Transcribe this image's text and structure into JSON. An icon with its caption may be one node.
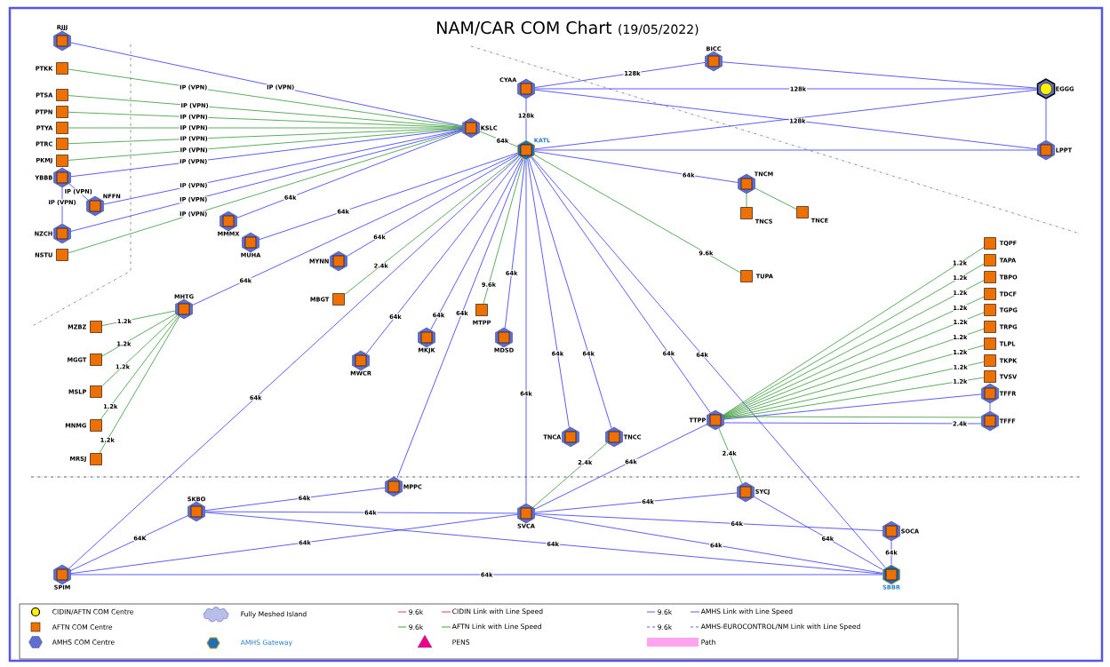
{
  "diagram": {
    "title": "NAM/CAR COM Chart",
    "nodes": [
      {
        "text": [
          "RJJJ"
        ]
      },
      {
        "text": [
          "PTKK"
        ]
      },
      {
        "text": [
          "PTSA"
        ]
      },
      {
        "text": [
          "PTPN"
        ]
      },
      {
        "text": [
          "PTYA"
        ]
      },
      {
        "text": [
          "PTRC"
        ]
      },
      {
        "text": [
          "PKMJ"
        ]
      },
      {
        "text": [
          "YBBB"
        ]
      },
      {
        "text": [
          "NFFN"
        ]
      },
      {
        "text": [
          "NZCH"
        ]
      },
      {
        "text": [
          "NSTU"
        ]
      },
      {
        "text": [
          "KSLC"
        ]
      },
      {
        "text": [
          "CYAA"
        ]
      },
      {
        "text": [
          "BICC"
        ]
      },
      {
        "text": [
          "EGGG"
        ]
      },
      {
        "text": [
          "KATL"
        ]
      },
      {
        "text": [
          "LPPT"
        ]
      },
      {
        "text": [
          "TNCM"
        ]
      },
      {
        "text": [
          "TNCS"
        ]
      },
      {
        "text": [
          "TNCE"
        ]
      },
      {
        "text": [
          "MMMX"
        ]
      },
      {
        "text": [
          "MUHA"
        ]
      },
      {
        "text": [
          "MYNN"
        ]
      },
      {
        "text": [
          "MBGT"
        ]
      },
      {
        "text": [
          "TUPA"
        ]
      },
      {
        "text": [
          "MHTG"
        ]
      },
      {
        "text": [
          "MZBZ"
        ]
      },
      {
        "text": [
          "MGGT"
        ]
      },
      {
        "text": [
          "MSLP"
        ]
      },
      {
        "text": [
          "MNMG"
        ]
      },
      {
        "text": [
          "MRSJ"
        ]
      },
      {
        "text": [
          "MTPP"
        ]
      },
      {
        "text": [
          "MKJK"
        ]
      },
      {
        "text": [
          "MDSD"
        ]
      },
      {
        "text": [
          "MWCR"
        ]
      },
      {
        "text": [
          "TQPF"
        ]
      },
      {
        "text": [
          "TAPA"
        ]
      },
      {
        "text": [
          "TBPO"
        ]
      },
      {
        "text": [
          "TDCF"
        ]
      },
      {
        "text": [
          "TGPG"
        ]
      },
      {
        "text": [
          "TRPG"
        ]
      },
      {
        "text": [
          "TLPL"
        ]
      },
      {
        "text": [
          "TKPK"
        ]
      },
      {
        "text": [
          "TVSV"
        ]
      },
      {
        "text": [
          "TFFR"
        ]
      },
      {
        "text": [
          "TTPP"
        ]
      },
      {
        "text": [
          "TFFF"
        ]
      },
      {
        "text": [
          "TNCA"
        ]
      },
      {
        "text": [
          "TNCC"
        ]
      },
      {
        "text": [
          "MPPC"
        ]
      },
      {
        "text": [
          "SYCJ"
        ]
      },
      {
        "text": [
          "SKBO"
        ]
      },
      {
        "text": [
          "SVCA"
        ]
      },
      {
        "text": [
          "SOCA"
        ]
      },
      {
        "text": [
          "SPIM"
        ]
      },
      {
        "text": [
          "SBBR"
        ]
      }
    ],
    "edges": [
      {
        "from": 0,
        "to": 11,
        "arrow": "none",
        "label": "IP (VPN)"
      },
      {
        "from": 1,
        "to": 11,
        "arrow": "none",
        "label": "IP (VPN)",
        "color": "#339933"
      },
      {
        "from": 2,
        "to": 11,
        "arrow": "none",
        "label": "IP (VPN)",
        "color": "#339933"
      },
      {
        "from": 3,
        "to": 11,
        "arrow": "none",
        "label": "IP (VPN)",
        "color": "#339933"
      },
      {
        "from": 4,
        "to": 11,
        "arrow": "none",
        "label": "IP (VPN)",
        "color": "#339933"
      },
      {
        "from": 5,
        "to": 11,
        "arrow": "none",
        "label": "IP (VPN)",
        "color": "#339933"
      },
      {
        "from": 6,
        "to": 11,
        "arrow": "none",
        "label": "IP (VPN)",
        "color": "#339933"
      },
      {
        "from": 7,
        "to": 11,
        "arrow": "none",
        "label": "IP (VPN)"
      },
      {
        "from": 7,
        "to": 9,
        "arrow": "none",
        "label": "IP (VPN)"
      },
      {
        "from": 7,
        "to": 8,
        "arrow": "none",
        "label": "IP (VPN)"
      },
      {
        "from": 8,
        "to": 11,
        "arrow": "none",
        "label": "IP (VPN)"
      },
      {
        "from": 9,
        "to": 11,
        "arrow": "none",
        "label": "IP (VPN)"
      },
      {
        "from": 10,
        "to": 11,
        "arrow": "none",
        "label": "IP (VPN)",
        "color": "#339933"
      },
      {
        "from": 20,
        "to": 11,
        "arrow": "none",
        "label": "64k"
      },
      {
        "from": 11,
        "to": 15,
        "arrow": "none",
        "label": "64k",
        "color": "#339933"
      },
      {
        "from": 12,
        "to": 15,
        "arrow": "none",
        "label": "128k"
      },
      {
        "from": 12,
        "to": 13,
        "arrow": "none",
        "label": "128k"
      },
      {
        "from": 12,
        "to": 14,
        "arrow": "none",
        "label": "128k"
      },
      {
        "from": 12,
        "to": 16,
        "arrow": "none",
        "label": "128k"
      },
      {
        "from": 13,
        "to": 14,
        "arrow": "none"
      },
      {
        "from": 15,
        "to": 14,
        "arrow": "none"
      },
      {
        "from": 15,
        "to": 16,
        "arrow": "none"
      },
      {
        "from": 14,
        "to": 16,
        "arrow": "none"
      },
      {
        "from": 15,
        "to": 17,
        "arrow": "none",
        "label": "64k"
      },
      {
        "from": 15,
        "to": 24,
        "arrow": "none",
        "label": "9.6k",
        "color": "#339933"
      },
      {
        "from": 15,
        "to": 21,
        "arrow": "none",
        "label": "64k"
      },
      {
        "from": 15,
        "to": 25,
        "arrow": "none",
        "label": "64k"
      },
      {
        "from": 15,
        "to": 22,
        "arrow": "none",
        "label": "64k"
      },
      {
        "from": 15,
        "to": 23,
        "arrow": "none",
        "label": "2.4k",
        "color": "#339933"
      },
      {
        "from": 15,
        "to": 54,
        "arrow": "none",
        "label": "64k"
      },
      {
        "from": 15,
        "to": 34,
        "arrow": "none",
        "label": "64k"
      },
      {
        "from": 15,
        "to": 32,
        "arrow": "none",
        "label": "64k"
      },
      {
        "from": 15,
        "to": 49,
        "arrow": "none",
        "label": "64k"
      },
      {
        "from": 15,
        "to": 31,
        "arrow": "none",
        "label": "9.6k",
        "color": "#339933"
      },
      {
        "from": 15,
        "to": 33,
        "arrow": "none",
        "label": "64k"
      },
      {
        "from": 15,
        "to": 52,
        "arrow": "none",
        "label": "64k"
      },
      {
        "from": 15,
        "to": 47,
        "arrow": "none",
        "label": "64k"
      },
      {
        "from": 15,
        "to": 48,
        "arrow": "none",
        "label": "64k"
      },
      {
        "from": 15,
        "to": 45,
        "arrow": "none",
        "label": "64k"
      },
      {
        "from": 15,
        "to": 55,
        "arrow": "none",
        "label": "64k"
      },
      {
        "from": 17,
        "to": 18,
        "arrow": "none",
        "color": "#339933"
      },
      {
        "from": 17,
        "to": 19,
        "arrow": "none",
        "color": "#339933"
      },
      {
        "from": 25,
        "to": 26,
        "arrow": "none",
        "label": "1.2k",
        "color": "#339933"
      },
      {
        "from": 25,
        "to": 27,
        "arrow": "none",
        "label": "1.2k",
        "color": "#339933"
      },
      {
        "from": 25,
        "to": 28,
        "arrow": "none",
        "label": "1.2k",
        "color": "#339933"
      },
      {
        "from": 25,
        "to": 29,
        "arrow": "none",
        "label": "1.2k",
        "color": "#339933"
      },
      {
        "from": 25,
        "to": 30,
        "arrow": "none",
        "label": "1.2k",
        "color": "#339933"
      },
      {
        "from": 45,
        "to": 35,
        "arrow": "none",
        "label": "1.2k",
        "color": "#339933"
      },
      {
        "from": 45,
        "to": 36,
        "arrow": "none",
        "label": "1.2k",
        "color": "#339933"
      },
      {
        "from": 45,
        "to": 37,
        "arrow": "none",
        "label": "1.2k",
        "color": "#339933"
      },
      {
        "from": 45,
        "to": 38,
        "arrow": "none",
        "label": "1.2k",
        "color": "#339933"
      },
      {
        "from": 45,
        "to": 39,
        "arrow": "none",
        "label": "1.2k",
        "color": "#339933"
      },
      {
        "from": 45,
        "to": 40,
        "arrow": "none",
        "label": "1.2k",
        "color": "#339933"
      },
      {
        "from": 45,
        "to": 41,
        "arrow": "none",
        "label": "1.2k",
        "color": "#339933"
      },
      {
        "from": 45,
        "to": 42,
        "arrow": "none",
        "label": "1.2k",
        "color": "#339933"
      },
      {
        "from": 45,
        "to": 43,
        "arrow": "none",
        "label": "1.2k",
        "color": "#339933"
      },
      {
        "from": 45,
        "to": 44,
        "arrow": "none"
      },
      {
        "from": 45,
        "to": 46,
        "arrow": "none",
        "color": "#339933"
      },
      {
        "from": 45,
        "to": 46,
        "arrow": "none",
        "label": "2.4k"
      },
      {
        "from": 44,
        "to": 46,
        "arrow": "none"
      },
      {
        "from": 45,
        "to": 50,
        "arrow": "none",
        "label": "2.4k",
        "color": "#339933"
      },
      {
        "from": 45,
        "to": 52,
        "arrow": "none",
        "label": "64k"
      },
      {
        "from": 48,
        "to": 52,
        "arrow": "none",
        "label": "2.4k",
        "color": "#339933"
      },
      {
        "from": 52,
        "to": 50,
        "arrow": "none",
        "label": "64k"
      },
      {
        "from": 52,
        "to": 53,
        "arrow": "none",
        "label": "64k"
      },
      {
        "from": 52,
        "to": 55,
        "arrow": "none",
        "label": "64k"
      },
      {
        "from": 51,
        "to": 52,
        "arrow": "none",
        "label": "64k"
      },
      {
        "from": 52,
        "to": 54,
        "arrow": "none",
        "label": "64k"
      },
      {
        "from": 51,
        "to": 49,
        "arrow": "none",
        "label": "64k"
      },
      {
        "from": 51,
        "to": 54,
        "arrow": "none",
        "label": "64K"
      },
      {
        "from": 51,
        "to": 55,
        "arrow": "none",
        "label": "64k"
      },
      {
        "from": 50,
        "to": 55,
        "arrow": "none",
        "label": "64k"
      },
      {
        "from": 53,
        "to": 55,
        "arrow": "none",
        "label": "64k"
      },
      {
        "from": 54,
        "to": 55,
        "arrow": "none",
        "label": "64k"
      }
    ],
    "labels": [
      "(19/05/2022)",
      "9.6k",
      "9.6k",
      "9.6k",
      "9.6k"
    ],
    "legend": [
      {
        "text": "CIDIN/AFTN COM Centre"
      },
      {
        "text": "AFTN COM Centre"
      },
      {
        "text": "AMHS COM Centre"
      },
      {
        "text": "Fully Meshed Island"
      },
      {
        "text": "AMHS Gateway"
      },
      {
        "text": "CIDIN Link with Line Speed"
      },
      {
        "text": "AFTN Link with Line Speed"
      },
      {
        "text": "PENS"
      },
      {
        "text": "AMHS Link with Line Speed"
      },
      {
        "text": "AMHS-EUROCONTROL/NM Link with Line Speed"
      },
      {
        "text": "Path",
        "color": "#ffa3f0"
      }
    ]
  }
}
